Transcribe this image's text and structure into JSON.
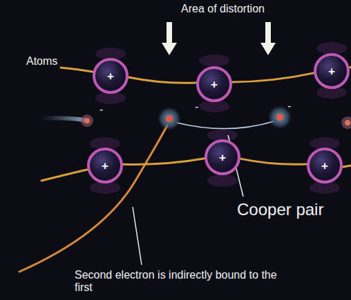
{
  "diagram": {
    "nodes": [
      {
        "text": [
          "+"
        ]
      },
      {
        "text": [
          "+"
        ]
      },
      {
        "text": [
          "+"
        ]
      },
      {
        "text": [
          "+"
        ]
      },
      {
        "text": [
          "+"
        ]
      },
      {
        "text": [
          "+"
        ]
      }
    ],
    "edges": [
      {
        "from": 0,
        "to": 1,
        "arrow": "none"
      },
      {
        "from": 1,
        "to": 2,
        "arrow": "none"
      },
      {
        "from": 3,
        "to": 4,
        "arrow": "none"
      },
      {
        "from": 4,
        "to": 5,
        "arrow": "none"
      }
    ],
    "labels": [
      "Area of distortion",
      "Atoms",
      "-",
      "-",
      "-",
      "Cooper pair",
      "Second electron is indirectly bound to the first"
    ]
  }
}
